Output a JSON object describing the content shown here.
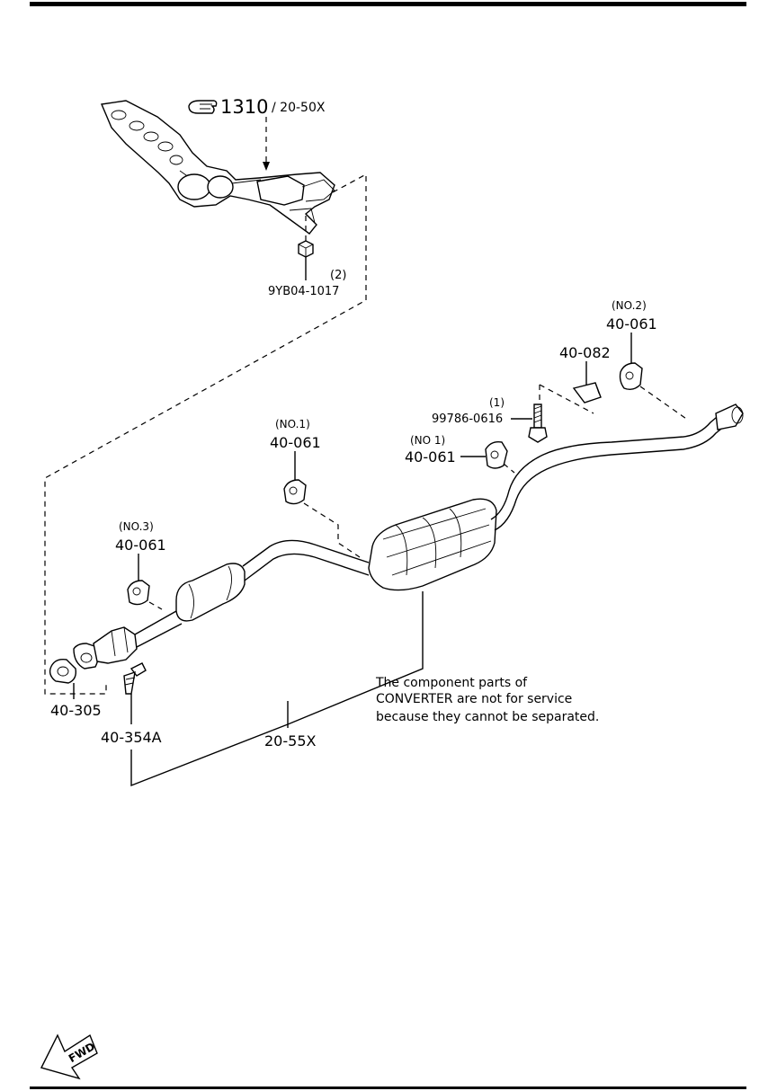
{
  "callouts": {
    "main_ref": "1310",
    "main_ref_sub": "/ 20-50X",
    "nut_qty": "(2)",
    "nut_part": "9YB04-1017",
    "hanger_no2_qty": "(NO.2)",
    "hanger_no2_part": "40-061",
    "bracket_part": "40-082",
    "bolt_qty": "(1)",
    "bolt_part": "99786-0616",
    "hanger_no1a_qty": "(NO.1)",
    "hanger_no1a_part": "40-061",
    "hanger_no1b_qty": "(NO 1)",
    "hanger_no1b_part": "40-061",
    "hanger_no3_qty": "(NO.3)",
    "hanger_no3_part": "40-061",
    "gasket_part": "40-305",
    "stud_part": "40-354A",
    "pipe_assy_part": "20-55X"
  },
  "note": {
    "line1": "The component parts of",
    "line2": "CONVERTER are not for service",
    "line3": "because they cannot be separated."
  },
  "fwd_label": "FWD",
  "icons": [
    "pointing-hand-icon",
    "fwd-arrow-icon"
  ]
}
